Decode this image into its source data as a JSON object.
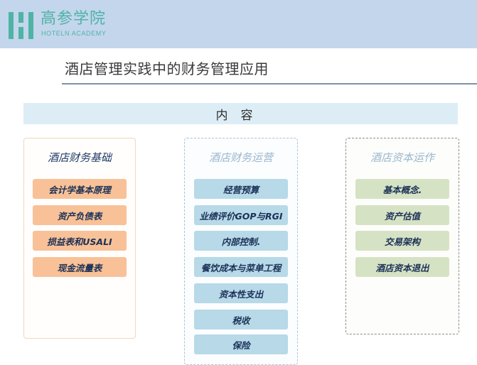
{
  "header": {
    "logo_icon": "hoteln-logo-bars",
    "logo_cn": "高参学院",
    "logo_en": "HOTELN ACADEMY",
    "background_color": "#c3d6ec",
    "logo_color": "#4fb3a6"
  },
  "page": {
    "title": "酒店管理实践中的财务管理应用",
    "section_label": "内容"
  },
  "columns": [
    {
      "heading": "酒店财务基础",
      "item_color": "#f8c197",
      "items": [
        "会计学基本原理",
        "资产负债表",
        "损益表和USALI",
        "现金流量表"
      ]
    },
    {
      "heading": "酒店财务运营",
      "item_color": "#b7d9e8",
      "items": [
        "经营预算",
        "业绩评价GOP与RGI",
        "内部控制.",
        "餐饮成本与菜单工程",
        "资本性支出",
        "税收",
        "保险"
      ]
    },
    {
      "heading": "酒店资本运作",
      "item_color": "#d6e2c4",
      "items": [
        "基本概念.",
        "资产估值",
        "交易架构",
        "酒店资本退出"
      ]
    }
  ]
}
